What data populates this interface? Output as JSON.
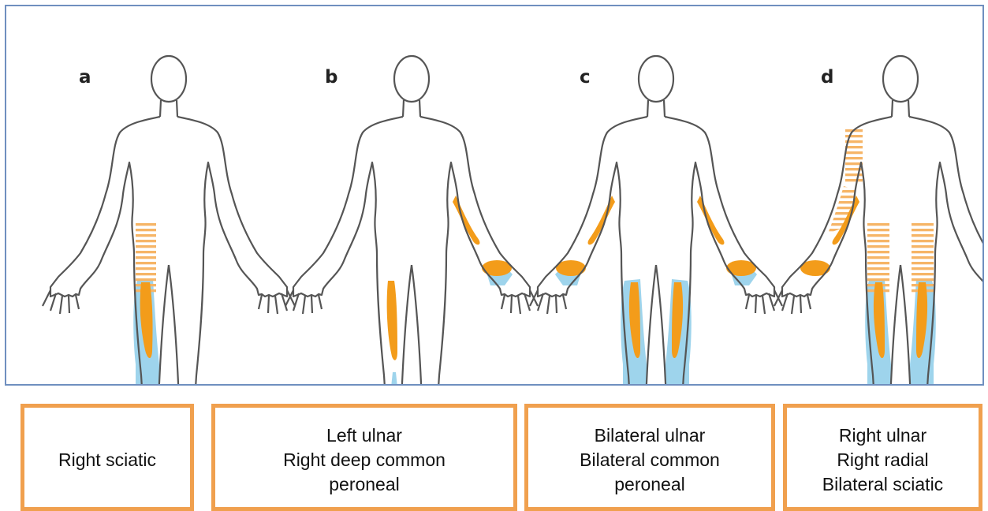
{
  "panels": [
    {
      "label": "a",
      "captions": [
        "Right sciatic"
      ]
    },
    {
      "label": "b",
      "captions": [
        "Left ulnar",
        "Right deep common",
        "peroneal"
      ]
    },
    {
      "label": "c",
      "captions": [
        "Bilateral ulnar",
        "Bilateral common",
        "peroneal"
      ]
    },
    {
      "label": "d",
      "captions": [
        "Right ulnar",
        "Right radial",
        "Bilateral sciatic"
      ]
    }
  ],
  "colors": {
    "outline": "#555555",
    "solid_region": "#f39c1a",
    "hatched_region": "#f6b567",
    "blue_region": "#9ed4ec",
    "figure_border": "#6f8fbf",
    "caption_border": "#f0a04e"
  }
}
